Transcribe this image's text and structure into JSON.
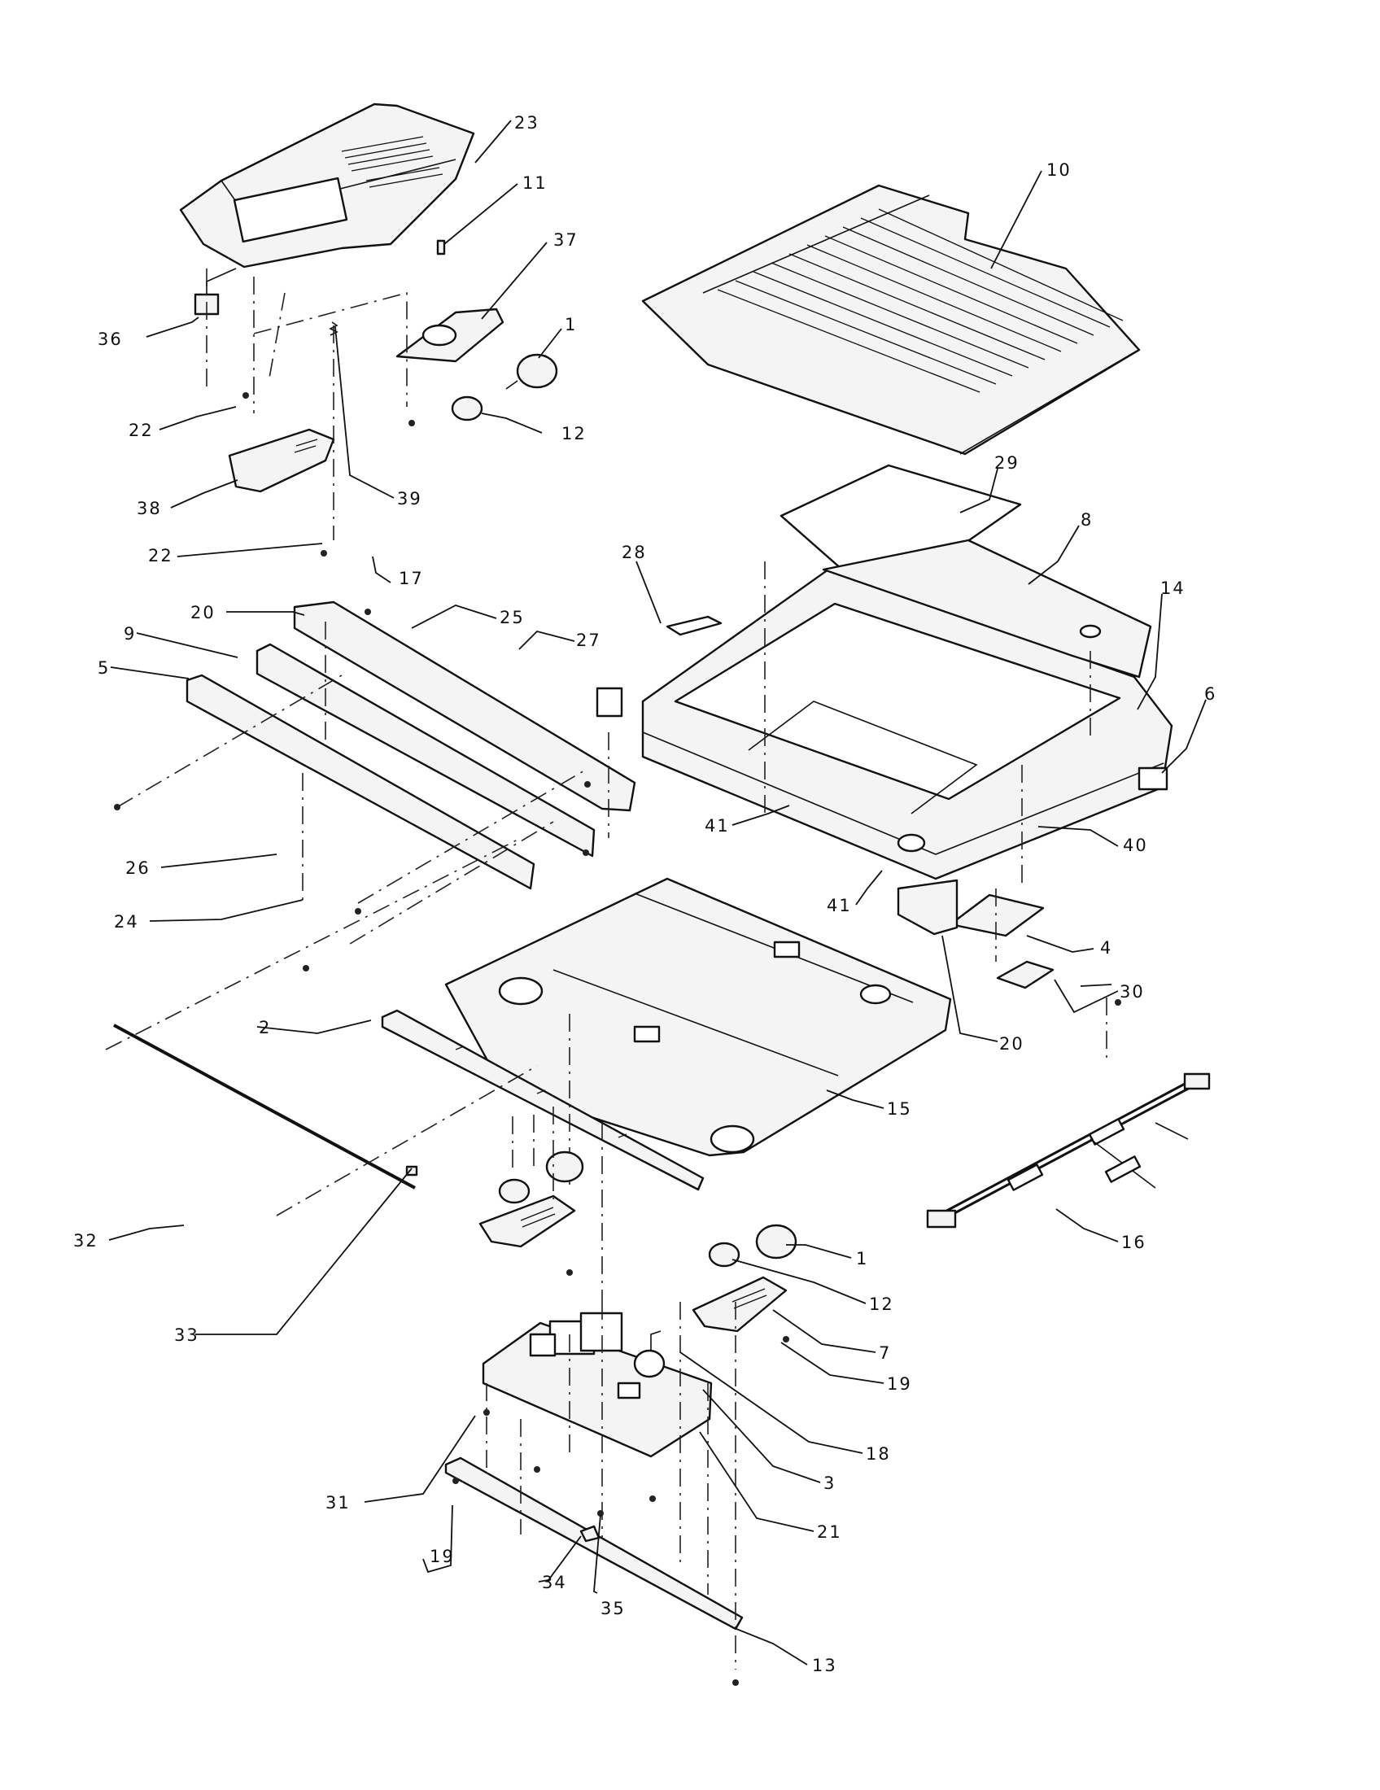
{
  "callouts": {
    "p23": "23",
    "p11": "11",
    "p37": "37",
    "p36": "36",
    "p1a": "1",
    "p12a": "12",
    "p22a": "22",
    "p38": "38",
    "p39": "39",
    "p22b": "22",
    "p10": "10",
    "p29": "29",
    "p28": "28",
    "p8": "8",
    "p14": "14",
    "p6": "6",
    "p17": "17",
    "p20a": "20",
    "p25": "25",
    "p27": "27",
    "p9": "9",
    "p5": "5",
    "p26": "26",
    "p24": "24",
    "p41a": "41",
    "p41b": "41",
    "p40": "40",
    "p4": "4",
    "p20b": "20",
    "p30": "30",
    "p2": "2",
    "p15": "15",
    "p16": "16",
    "p32": "32",
    "p33": "33",
    "p1b": "1",
    "p12b": "12",
    "p7": "7",
    "p19a": "19",
    "p18": "18",
    "p3": "3",
    "p31": "31",
    "p21": "21",
    "p19b": "19",
    "p34": "34",
    "p35": "35",
    "p13": "13"
  }
}
